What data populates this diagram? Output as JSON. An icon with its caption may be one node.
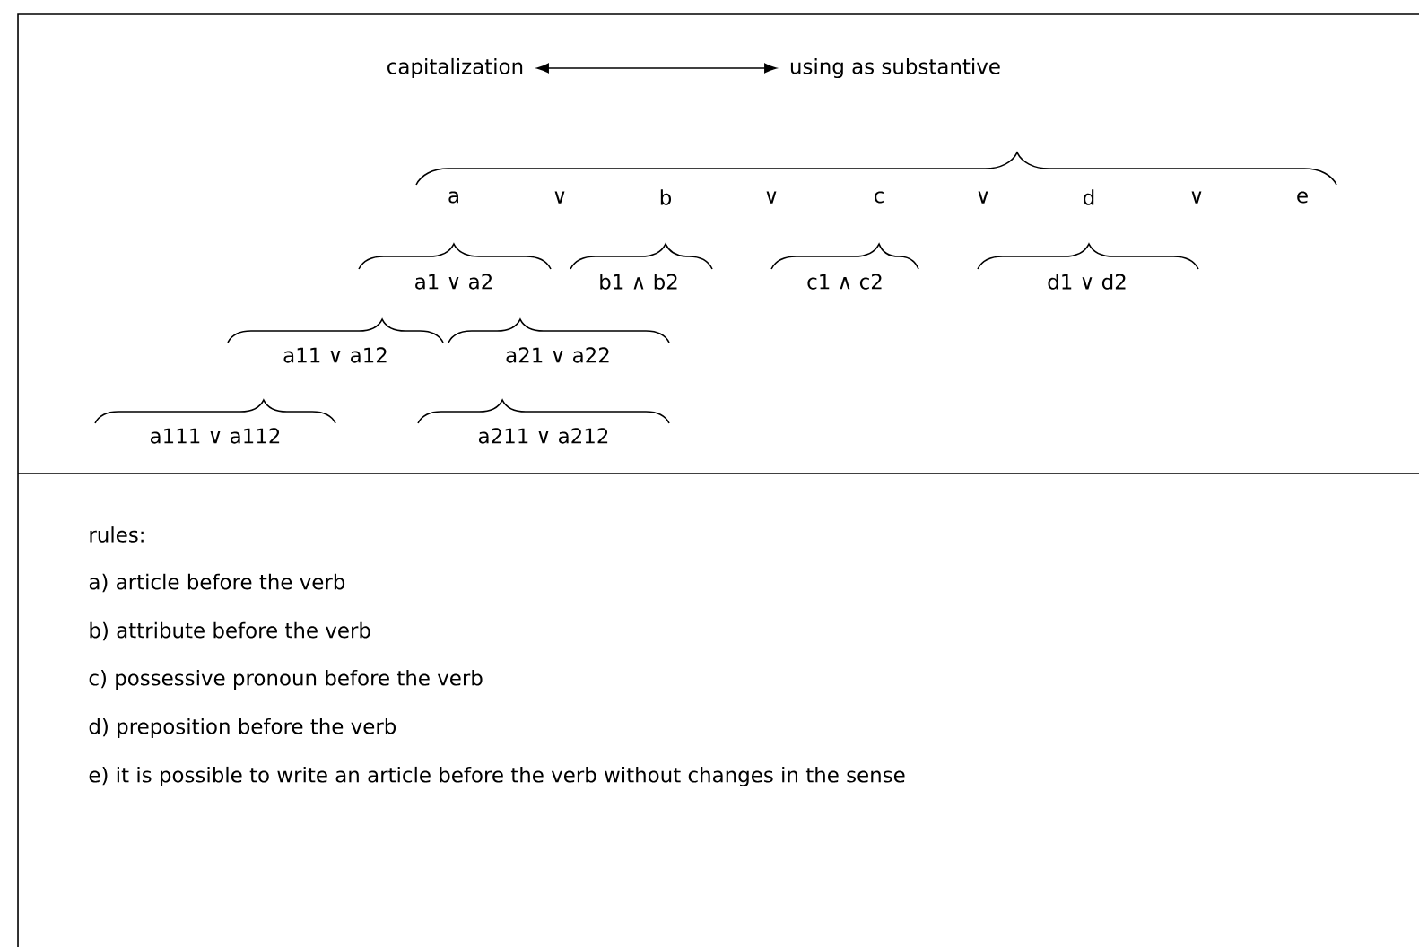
{
  "diagram": {
    "nodes": [
      {
        "text": [
          "capitalization"
        ]
      },
      {
        "text": [
          "using as substantive"
        ]
      }
    ],
    "edges": [
      {
        "from": 0,
        "to": 1,
        "arrow": "both"
      }
    ],
    "labels": [
      "a",
      "∨",
      "b",
      "∨",
      "c",
      "∨",
      "d",
      "∨",
      "e",
      "a1 ∨ a2",
      "b1 ∧ b2",
      "c1 ∧ c2",
      "d1 ∨ d2",
      "a11 ∨ a12",
      "a21 ∨ a22",
      "a111 ∨ a112",
      "a211 ∨ a212",
      "rules:",
      "a) article before the verb",
      "b) attribute before the verb",
      "c) possessive pronoun before the verb",
      "d) preposition before the verb",
      "e) it is possible to write an article before the verb without changes in the sense"
    ]
  }
}
